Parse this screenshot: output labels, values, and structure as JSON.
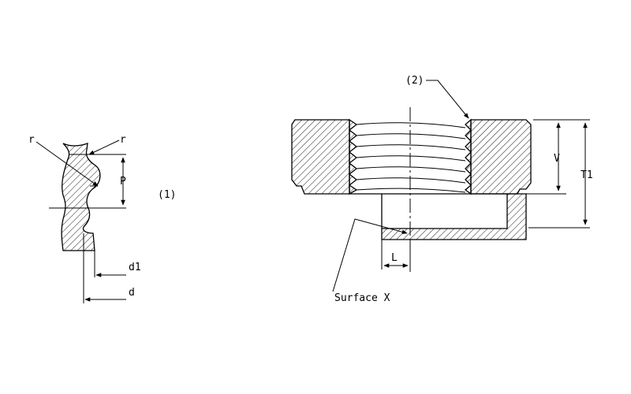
{
  "labels": {
    "detail_1": "(1)",
    "detail_2": "(2)",
    "r_left": "r",
    "r_right": "r",
    "pitch": "P",
    "d1": "d1",
    "d": "d",
    "v": "V",
    "t1": "T1",
    "l": "L",
    "surface_x": "Surface X"
  }
}
